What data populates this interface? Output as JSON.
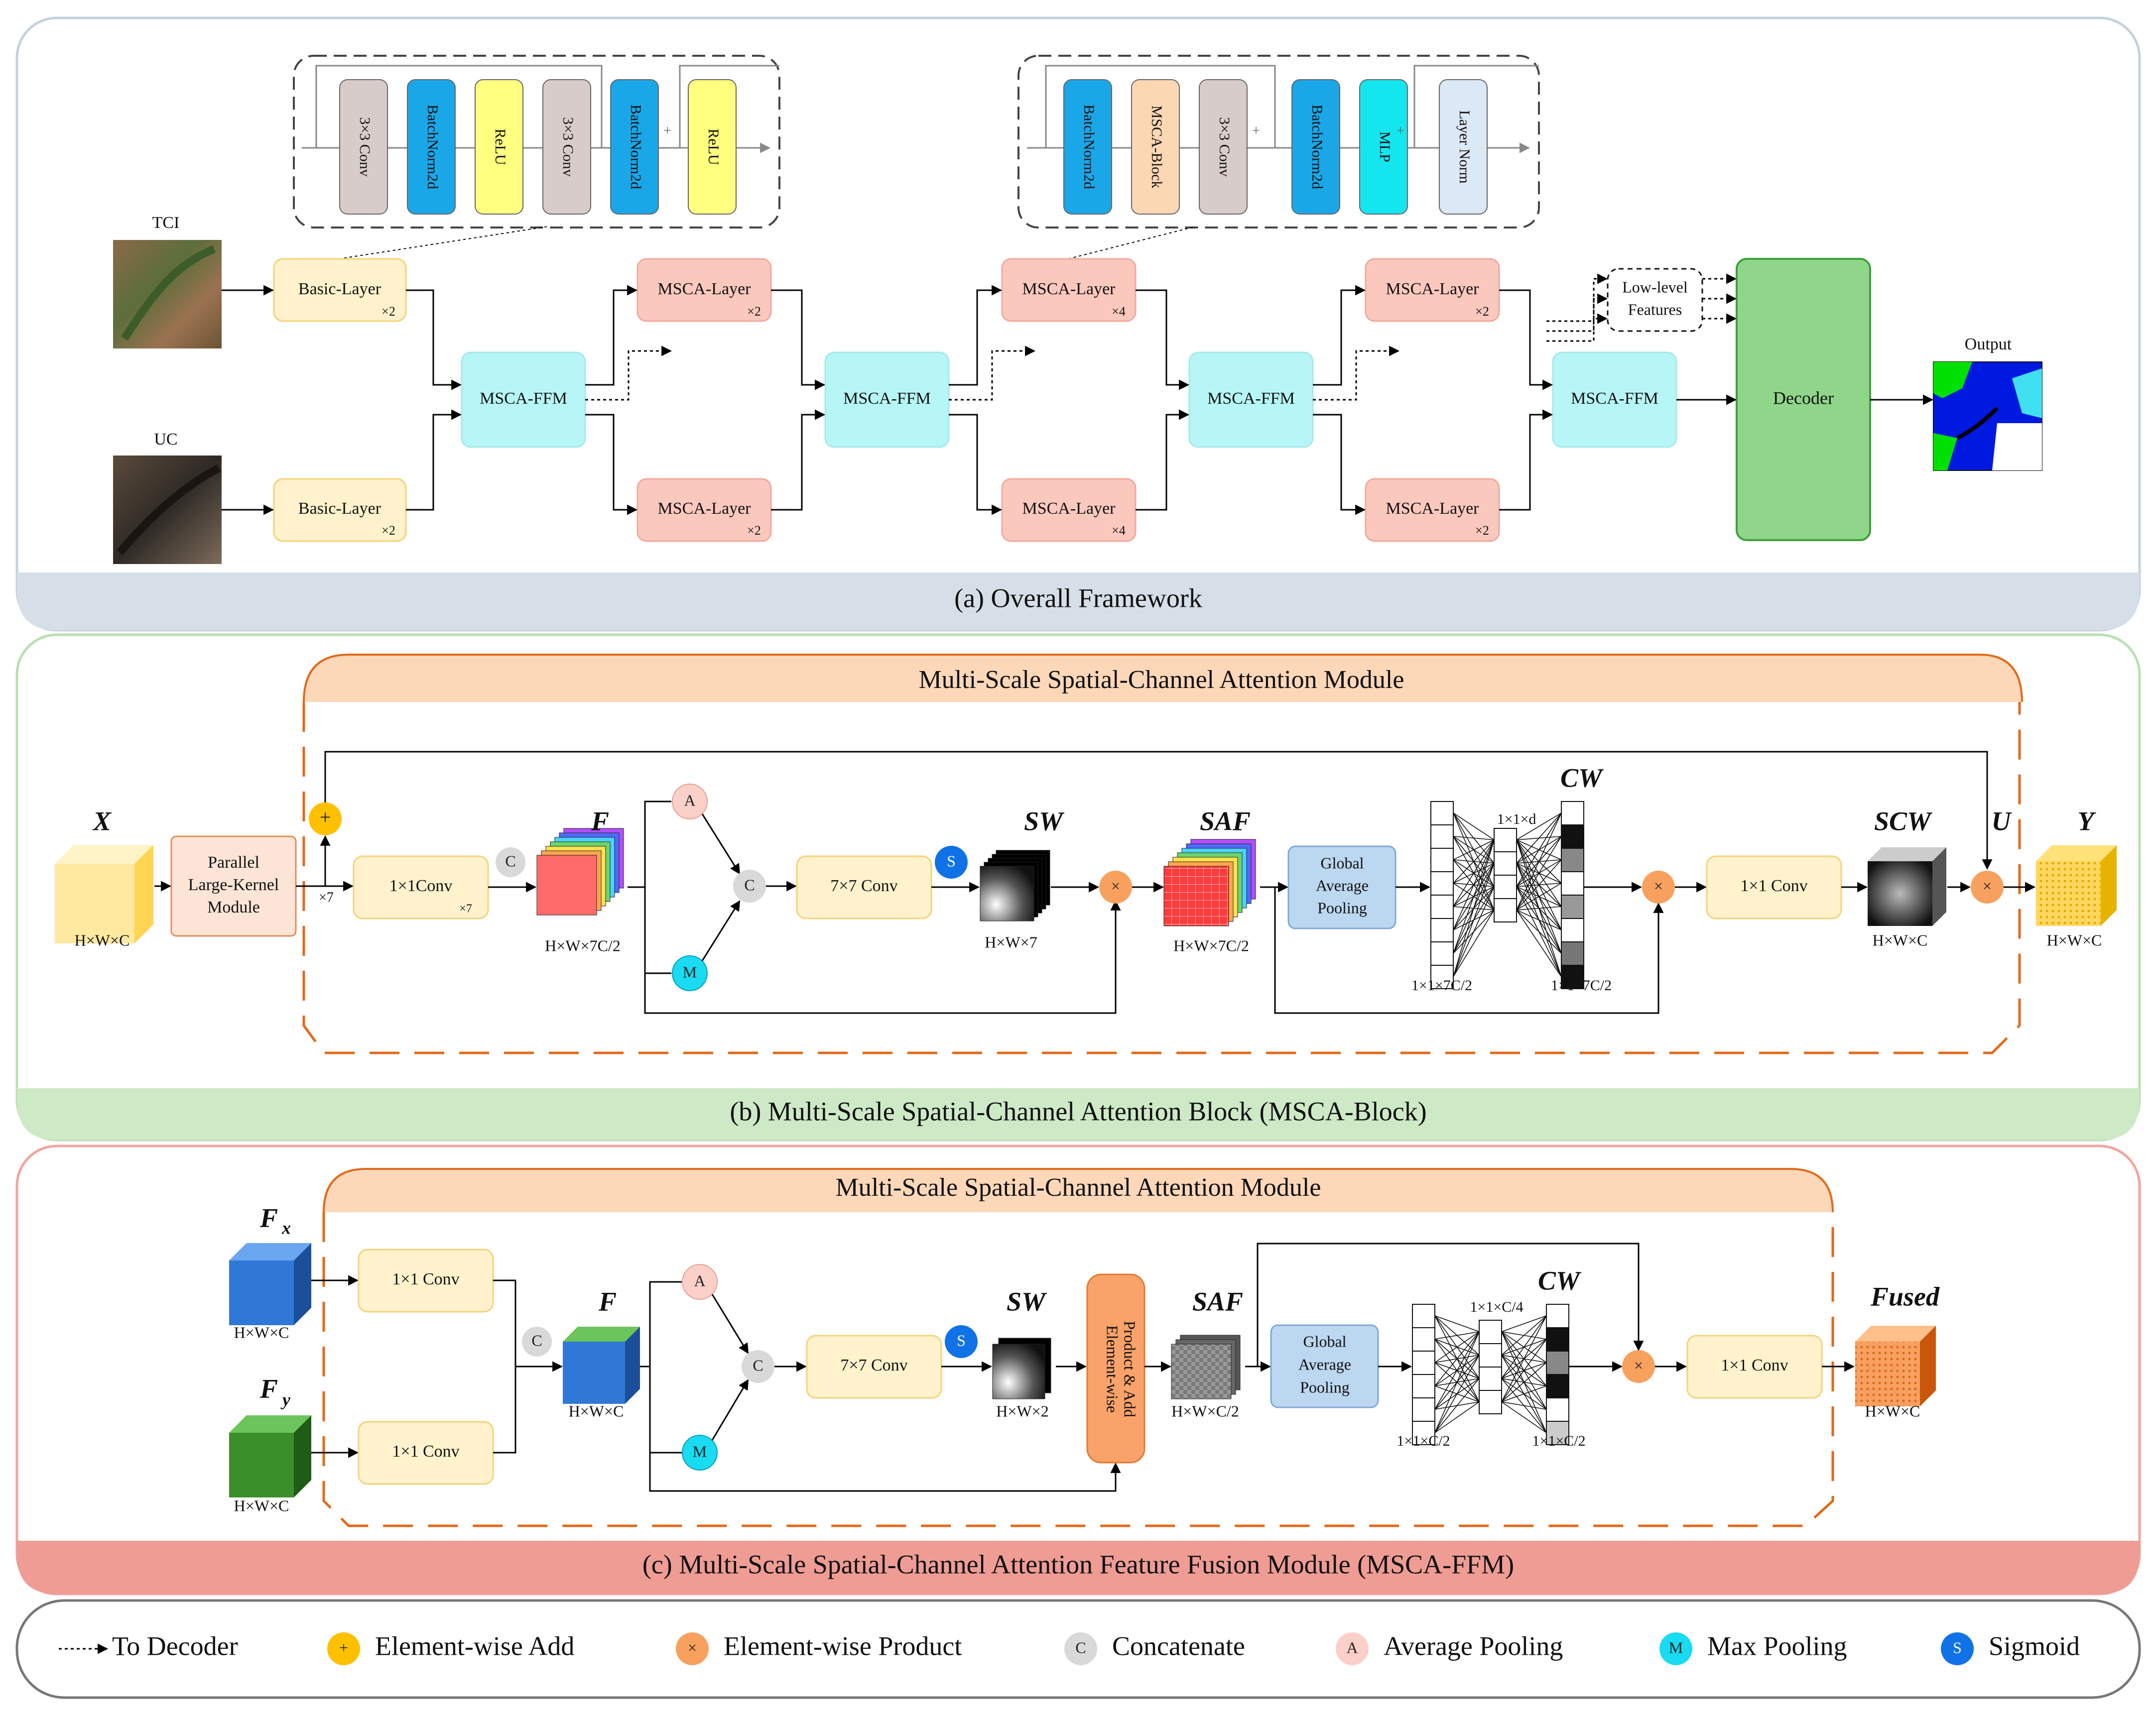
{
  "panel_a": {
    "caption": "(a) Overall Framework",
    "inputs": {
      "tci": "TCI",
      "uc": "UC"
    },
    "basic_layer": {
      "label": "Basic-Layer",
      "mult": "×2"
    },
    "basic_layer_detail": [
      "3×3 Conv",
      "BatchNorm2d",
      "ReLU",
      "3×3 Conv",
      "BatchNorm2d",
      "ReLU"
    ],
    "msca_layer_label": "MSCA-Layer",
    "msca_layer_mults": [
      "×2",
      "×4",
      "×2"
    ],
    "msca_layer_detail": [
      "BatchNorm2d",
      "MSCA-Block",
      "3×3 Conv",
      "BatchNorm2d",
      "MLP",
      "Layer Norm"
    ],
    "ffm_label": "MSCA-FFM",
    "low_level": [
      "Low-level",
      "Features"
    ],
    "decoder": "Decoder",
    "output": "Output",
    "plus": "+"
  },
  "panel_b": {
    "caption": "(b) Multi-Scale Spatial-Channel Attention Block (MSCA-Block)",
    "module_title": "Multi-Scale Spatial-Channel Attention Module",
    "x": "X",
    "x_dim": "H×W×C",
    "plk": [
      "Parallel",
      "Large-Kernel",
      "Module"
    ],
    "times7": "×7",
    "conv1": "1×1Conv",
    "conv1_mult": "×7",
    "c": "C",
    "f": "F",
    "f_dim": "H×W×7C/2",
    "a": "A",
    "m": "M",
    "conv7": "7×7 Conv",
    "s": "S",
    "sw": "SW",
    "sw_dim": "H×W×7",
    "saf": "SAF",
    "saf_dim": "H×W×7C/2",
    "gap": [
      "Global",
      "Average",
      "Pooling"
    ],
    "cw": "CW",
    "mlp_mid": "1×1×d",
    "mlp_in": "1×1×7C/2",
    "mlp_out": "1×1×7C/2",
    "conv1b": "1×1 Conv",
    "scw": "SCW",
    "scw_dim": "H×W×C",
    "u": "U",
    "y": "Y",
    "y_dim": "H×W×C"
  },
  "panel_c": {
    "caption": "(c) Multi-Scale Spatial-Channel Attention Feature Fusion Module (MSCA-FFM)",
    "module_title": "Multi-Scale Spatial-Channel Attention Module",
    "fx": "F",
    "fx_sub": "x",
    "fy": "F",
    "fy_sub": "y",
    "dim": "H×W×C",
    "conv1": "1×1 Conv",
    "c": "C",
    "f": "F",
    "f_dim": "H×W×C",
    "a": "A",
    "m": "M",
    "conv7": "7×7 Conv",
    "s": "S",
    "sw": "SW",
    "sw_dim": "H×W×2",
    "ewpa": [
      "Element-wise",
      "Product & Add"
    ],
    "saf": "SAF",
    "saf_dim": "H×W×C/2",
    "gap": [
      "Global",
      "Average",
      "Pooling"
    ],
    "cw": "CW",
    "mlp_mid": "1×1×C/4",
    "mlp_in": "1×1×C/2",
    "mlp_out": "1×1×C/2",
    "conv1b": "1×1 Conv",
    "fused": "Fused",
    "fused_dim": "H×W×C"
  },
  "legend": {
    "to_decoder": "To Decoder",
    "add": {
      "symbol": "+",
      "label": "Element-wise Add"
    },
    "product": {
      "symbol": "×",
      "label": "Element-wise Product"
    },
    "concat": {
      "symbol": "C",
      "label": "Concatenate"
    },
    "avg": {
      "symbol": "A",
      "label": "Average Pooling"
    },
    "max": {
      "symbol": "M",
      "label": "Max Pooling"
    },
    "sig": {
      "symbol": "S",
      "label": "Sigmoid"
    }
  },
  "colors": {
    "basic_layer": "#fff2cc",
    "msca_layer": "#fbc8be",
    "ffm": "#b7f6f6",
    "decoder": "#8fd68a",
    "add": "#ffc000",
    "product": "#f8a15e",
    "concat": "#d9d9d9",
    "avg": "#fbd0c8",
    "max": "#19dbf2",
    "sig": "#1072e6"
  }
}
